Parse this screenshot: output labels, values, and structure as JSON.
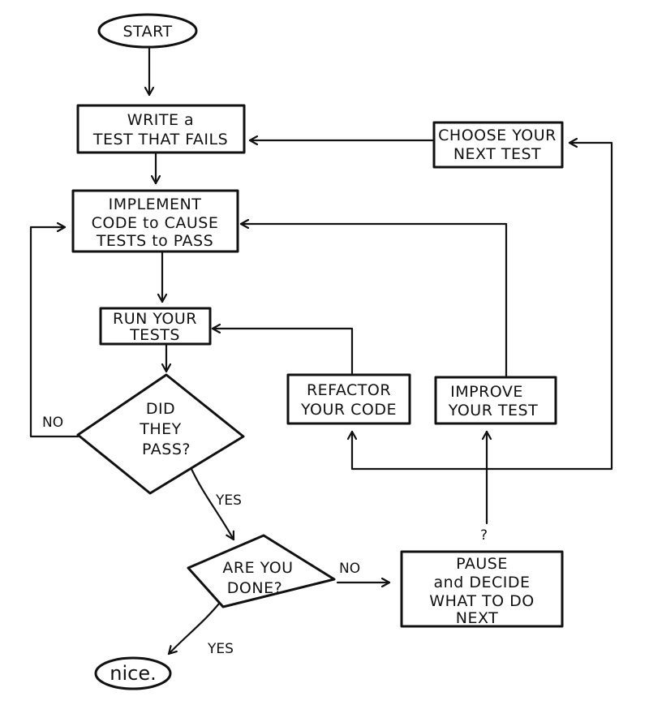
{
  "nodes": {
    "start": "START",
    "write_test": [
      "WRITE a",
      "TEST THAT FAILS"
    ],
    "implement": [
      "IMPLEMENT",
      "CODE to CAUSE",
      "TESTS to PASS"
    ],
    "run_tests": [
      "RUN YOUR",
      "TESTS"
    ],
    "did_they_pass": [
      "DID",
      "THEY",
      "PASS?"
    ],
    "are_you_done": [
      "ARE YOU",
      "DONE?"
    ],
    "refactor": [
      "REFACTOR",
      "YOUR CODE"
    ],
    "improve_test": [
      "IMPROVE",
      "YOUR TEST"
    ],
    "choose_next": [
      "CHOOSE YOUR",
      "NEXT TEST"
    ],
    "pause_decide": [
      "PAUSE",
      "and DECIDE",
      "WHAT TO DO",
      "NEXT"
    ],
    "nice": "nice."
  },
  "edge_labels": {
    "pass_no": "NO",
    "pass_yes": "YES",
    "done_no": "NO",
    "done_yes": "YES",
    "pause_question": "?"
  },
  "colors": {
    "ink": "#111111",
    "paper": "#ffffff"
  }
}
